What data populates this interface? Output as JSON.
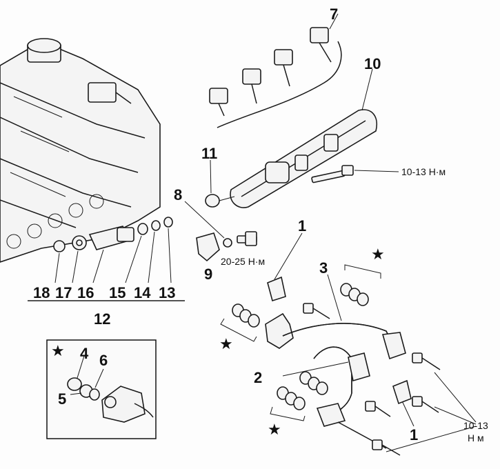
{
  "callouts": {
    "c1a": "1",
    "c1b": "1",
    "c2": "2",
    "c3": "3",
    "c4": "4",
    "c5": "5",
    "c6": "6",
    "c7": "7",
    "c8": "8",
    "c9": "9",
    "c10": "10",
    "c11": "11",
    "c12": "12",
    "c13": "13",
    "c14": "14",
    "c15": "15",
    "c16": "16",
    "c17": "17",
    "c18": "18"
  },
  "torque": {
    "rail_bolt": "10-13 Н·м",
    "pulsation_damper": "20-25 Н·м",
    "pipe_bolts_value": "10-13",
    "pipe_bolts_unit": "Н м"
  },
  "marks": {
    "star": "★"
  },
  "icons": [
    "engine-cylinder-head",
    "wiring-harness",
    "fuel-rail",
    "fuel-injector",
    "fuel-pipe",
    "bolt",
    "washer",
    "clip",
    "bracket"
  ]
}
